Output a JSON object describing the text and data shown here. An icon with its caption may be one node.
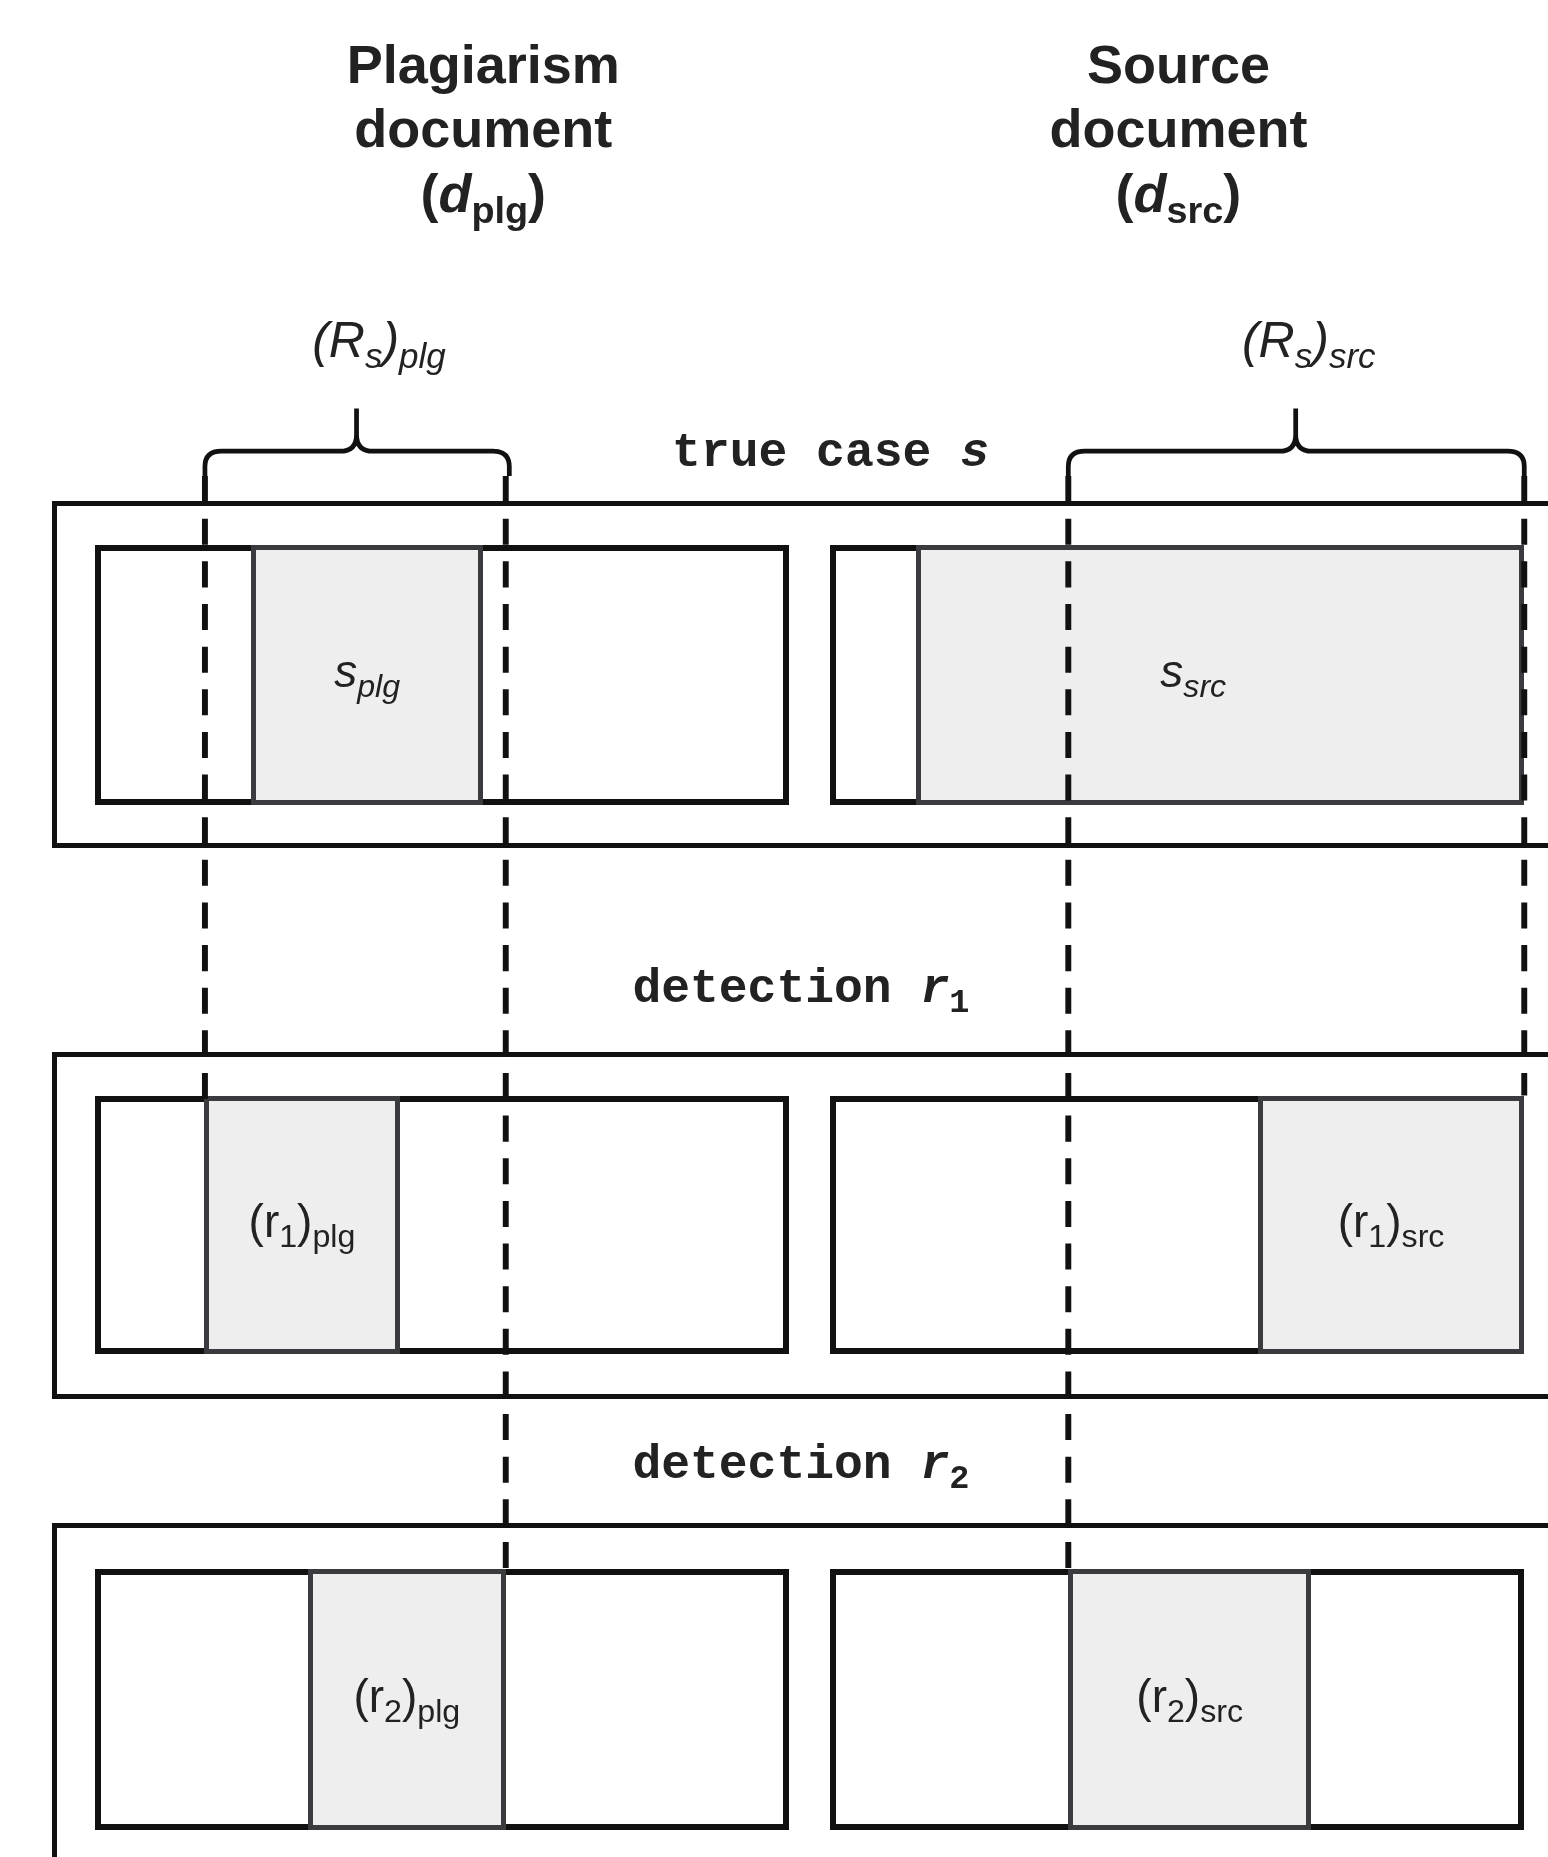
{
  "diagram": {
    "nodes": [
      {
        "text": [
          "true case *s*"
        ]
      },
      {
        "text": [],
        "shape": "box",
        "in": 0
      },
      {
        "text": [
          "s$_{plg}$"
        ],
        "in": 1
      },
      {
        "text": [],
        "shape": "box",
        "in": 0
      },
      {
        "text": [
          "s$_{src}$"
        ],
        "in": 3
      },
      {
        "text": [
          "detection *r*$_{1}$"
        ]
      },
      {
        "text": [],
        "shape": "box",
        "in": 5
      },
      {
        "text": [
          "(r$_{1}$)$_{plg}$"
        ],
        "in": 6
      },
      {
        "text": [],
        "shape": "box",
        "in": 5
      },
      {
        "text": [
          "(r$_{1}$)$_{src}$"
        ],
        "in": 8
      },
      {
        "text": [
          "detection *r*$_{2}$"
        ]
      },
      {
        "text": [],
        "shape": "box",
        "in": 10
      },
      {
        "text": [
          "(r$_{2}$)$_{plg}$"
        ],
        "in": 11
      },
      {
        "text": [],
        "shape": "box",
        "in": 10
      },
      {
        "text": [
          "(r$_{2}$)$_{src}$"
        ],
        "in": 13
      }
    ],
    "labels": [
      "Plagiarism document (*d*$_{plg}$)",
      "Source document (*d*$_{src}$)",
      "(R$_{s}$)$_{plg}$",
      "(R$_{s}$)$_{src}$"
    ]
  }
}
